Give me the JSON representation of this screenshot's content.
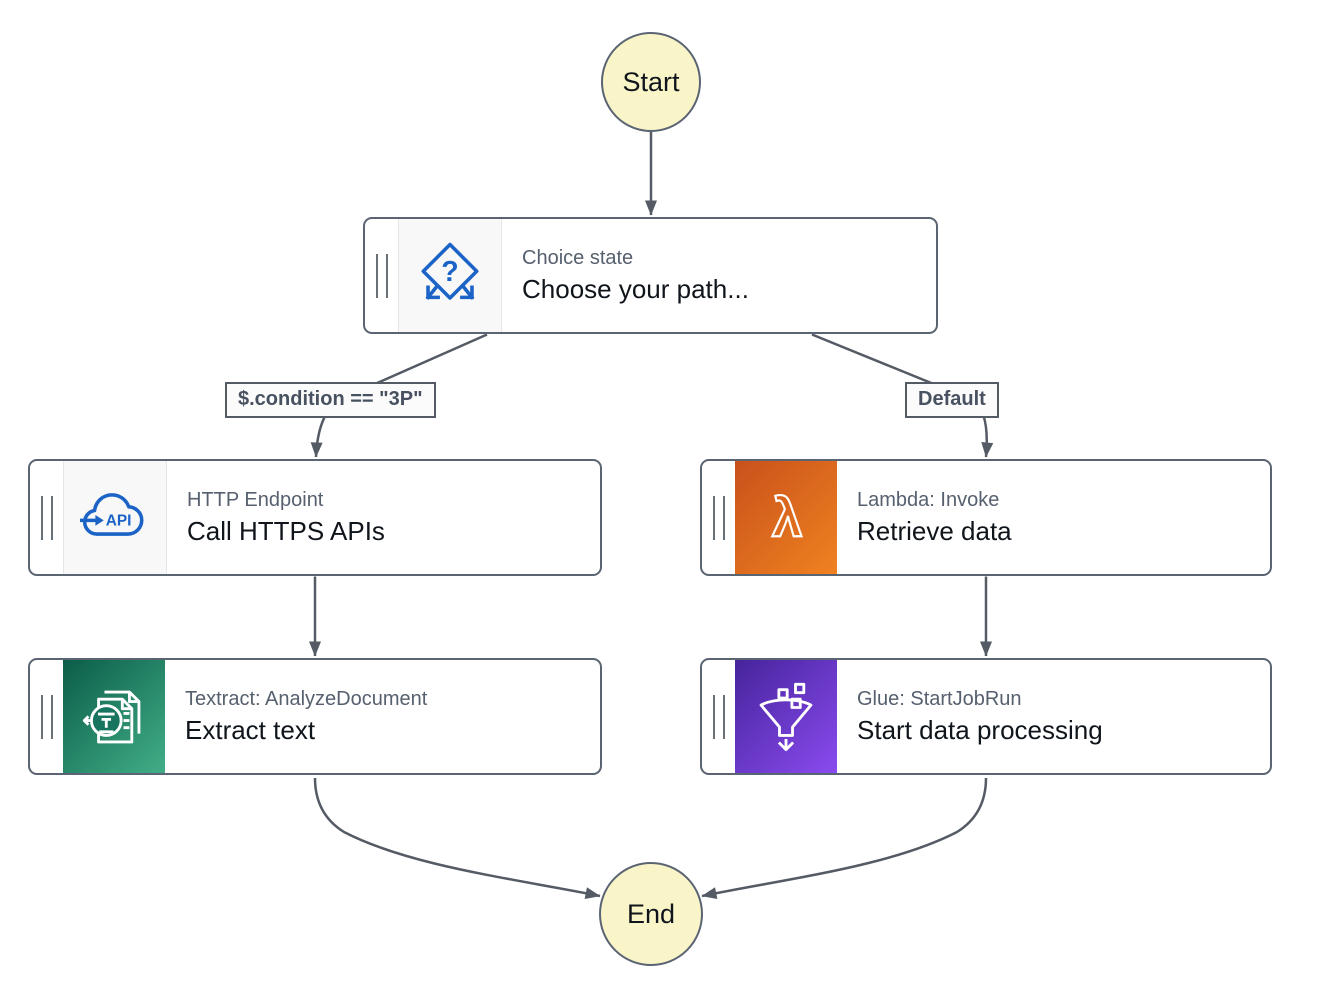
{
  "flow": {
    "start_label": "Start",
    "end_label": "End",
    "nodes": [
      {
        "title": "Choice state",
        "subtitle": "Choose your path...",
        "icon": "choice-icon"
      },
      {
        "title": "HTTP Endpoint",
        "subtitle": "Call HTTPS APIs",
        "icon": "http-api-icon"
      },
      {
        "title": "Lambda: Invoke",
        "subtitle": "Retrieve data",
        "icon": "lambda-icon"
      },
      {
        "title": "Textract: AnalyzeDocument",
        "subtitle": "Extract text",
        "icon": "textract-icon"
      },
      {
        "title": "Glue: StartJobRun",
        "subtitle": "Start data processing",
        "icon": "glue-icon"
      }
    ],
    "edge_labels": {
      "condition": "$.condition == \"3P\"",
      "default_branch": "Default"
    },
    "icon_glyphs": {
      "choice_question": "?",
      "http_api": "API",
      "lambda_symbol": "λ"
    },
    "colors": {
      "edge": "#545b64",
      "node_border": "#5b6472",
      "terminal_fill": "#faf5c9",
      "accent_blue": "#1b63c6",
      "title_gray": "#56606e",
      "subtitle_black": "#10151c",
      "lambda_gradient": [
        "#c8511b",
        "#f08220"
      ],
      "textract_gradient": [
        "#0b5d49",
        "#41ae87"
      ],
      "glue_gradient": [
        "#46249c",
        "#8a4bef"
      ]
    }
  }
}
